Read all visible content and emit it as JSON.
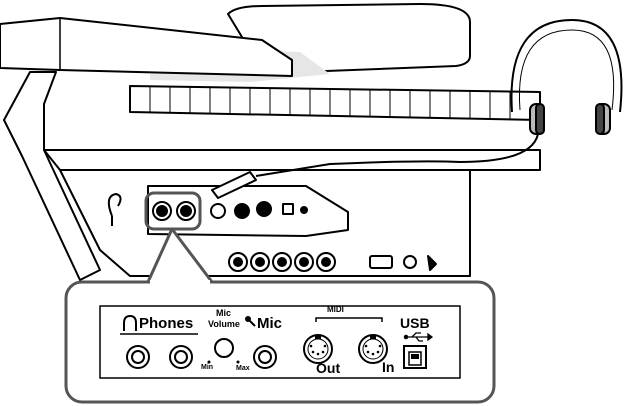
{
  "panel": {
    "phones_label": "Phones",
    "mic_volume_line1": "Mic",
    "mic_volume_line2": "Volume",
    "mic_label": "Mic",
    "midi_label": "MIDI",
    "usb_label": "USB",
    "min_label": "Min",
    "max_label": "Max",
    "midi_out_label": "Out",
    "midi_in_label": "In"
  },
  "icons": {
    "headphone": "headphone-icon",
    "microphone": "microphone-icon",
    "usb": "usb-icon"
  },
  "colors": {
    "line": "#000000",
    "callout_border": "#555555",
    "background": "#ffffff"
  }
}
